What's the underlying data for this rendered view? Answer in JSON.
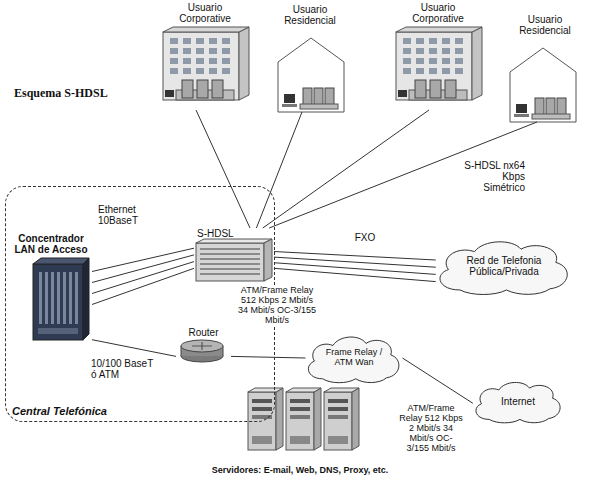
{
  "diagram": {
    "title": "Esquema S-HDSL",
    "nodes": [
      {
        "text": [
          "Usuario Corporative"
        ]
      },
      {
        "text": [
          "Usuario Residencial"
        ]
      },
      {
        "text": [
          "Usuario Corporative"
        ]
      },
      {
        "text": [
          "Usuario Residencial"
        ]
      },
      {
        "text": [
          "Central Telefónica"
        ]
      },
      {
        "text": [
          "Concentrador LAN de Acceso"
        ],
        "in": 4
      },
      {
        "text": [
          "S-HDSL"
        ],
        "in": 4
      },
      {
        "text": [
          "Router"
        ],
        "in": 4
      },
      {
        "text": [
          "Red de Telefonia Pública/Privada"
        ]
      },
      {
        "text": [
          "Frame Relay / ATM Wan"
        ]
      },
      {
        "text": [
          "Internet"
        ]
      },
      {
        "text": [
          "Servidores: E-mail, Web, DNS, Proxy, etc."
        ]
      }
    ],
    "edges": [
      {
        "from": 6,
        "to": 0,
        "arrow": "none"
      },
      {
        "from": 6,
        "to": 1,
        "arrow": "none"
      },
      {
        "from": 6,
        "to": 2,
        "arrow": "none"
      },
      {
        "from": 6,
        "to": 3,
        "arrow": "none",
        "label": "S-HDSL nx64 Kbps Simétrico"
      },
      {
        "from": 5,
        "to": 6,
        "arrow": "none",
        "label": "Ethernet 10BaseT"
      },
      {
        "from": 5,
        "to": 6,
        "arrow": "none"
      },
      {
        "from": 5,
        "to": 6,
        "arrow": "none"
      },
      {
        "from": 5,
        "to": 6,
        "arrow": "none"
      },
      {
        "from": 6,
        "to": 8,
        "arrow": "none",
        "label": "FXO"
      },
      {
        "from": 6,
        "to": 8,
        "arrow": "none"
      },
      {
        "from": 6,
        "to": 8,
        "arrow": "none"
      },
      {
        "from": 6,
        "to": 8,
        "arrow": "none"
      },
      {
        "from": 5,
        "to": 7,
        "arrow": "none",
        "label": "10/100 BaseT ó ATM"
      },
      {
        "from": 7,
        "to": 9,
        "arrow": "none",
        "label": "ATM/Frame Relay 512 Kbps 2 Mbit/s 34 Mbit/s OC-3/155 Mbit/s"
      },
      {
        "from": 9,
        "to": 10,
        "arrow": "none",
        "label": "ATM/Frame Relay 512 Kbps 2 Mbit/s 34 Mbit/s OC-3/155 Mbit/s"
      }
    ]
  }
}
